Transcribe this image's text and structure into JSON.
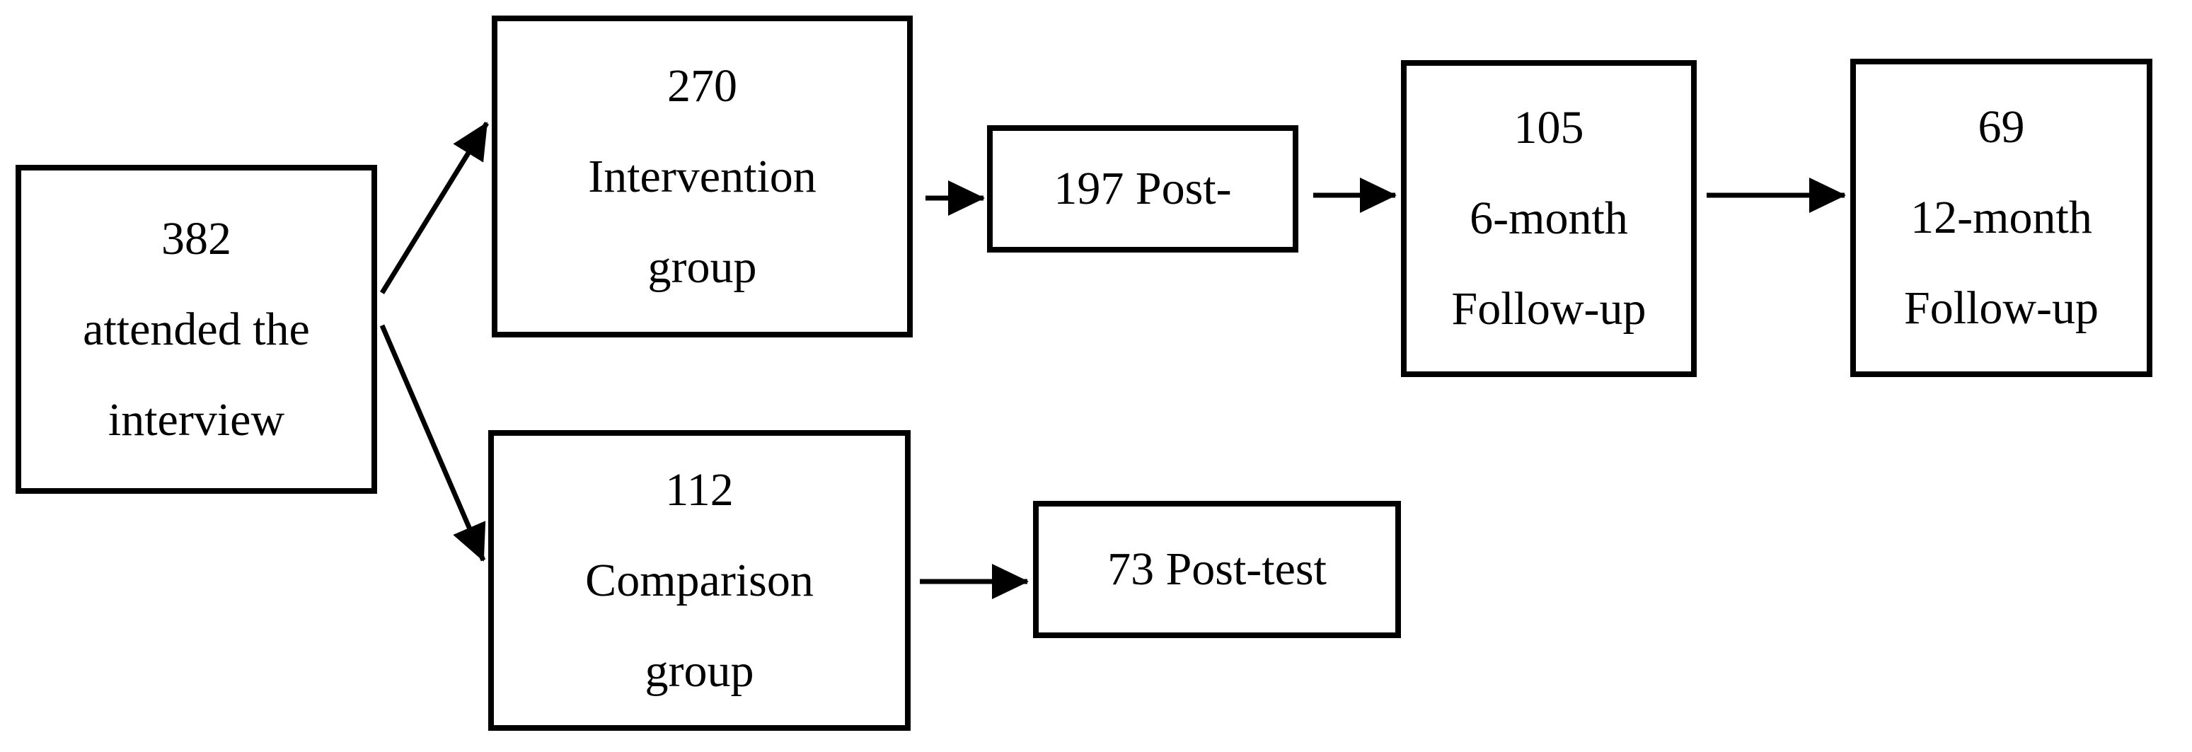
{
  "figure": {
    "type": "flowchart",
    "background_color": "#ffffff",
    "box_border_color": "#000000",
    "text_color": "#000000",
    "arrow_color": "#000000"
  },
  "nodes": [
    {
      "id": "attended-interview",
      "lines": [
        "382",
        "attended the",
        "interview"
      ]
    },
    {
      "id": "intervention-group",
      "lines": [
        "270",
        "Intervention",
        "group"
      ]
    },
    {
      "id": "intervention-posttest",
      "lines": [
        "197 Post-"
      ]
    },
    {
      "id": "six-month-followup",
      "lines": [
        "105",
        "6-month",
        "Follow-up"
      ]
    },
    {
      "id": "twelve-month-followup",
      "lines": [
        "69",
        "12-month",
        "Follow-up"
      ]
    },
    {
      "id": "comparison-group",
      "lines": [
        "112",
        "Comparison",
        "group"
      ]
    },
    {
      "id": "comparison-posttest",
      "lines": [
        "73 Post-test"
      ]
    }
  ],
  "edges": [
    {
      "from": "attended-interview",
      "to": "intervention-group"
    },
    {
      "from": "attended-interview",
      "to": "comparison-group"
    },
    {
      "from": "intervention-group",
      "to": "intervention-posttest"
    },
    {
      "from": "intervention-posttest",
      "to": "six-month-followup"
    },
    {
      "from": "six-month-followup",
      "to": "twelve-month-followup"
    },
    {
      "from": "comparison-group",
      "to": "comparison-posttest"
    }
  ]
}
